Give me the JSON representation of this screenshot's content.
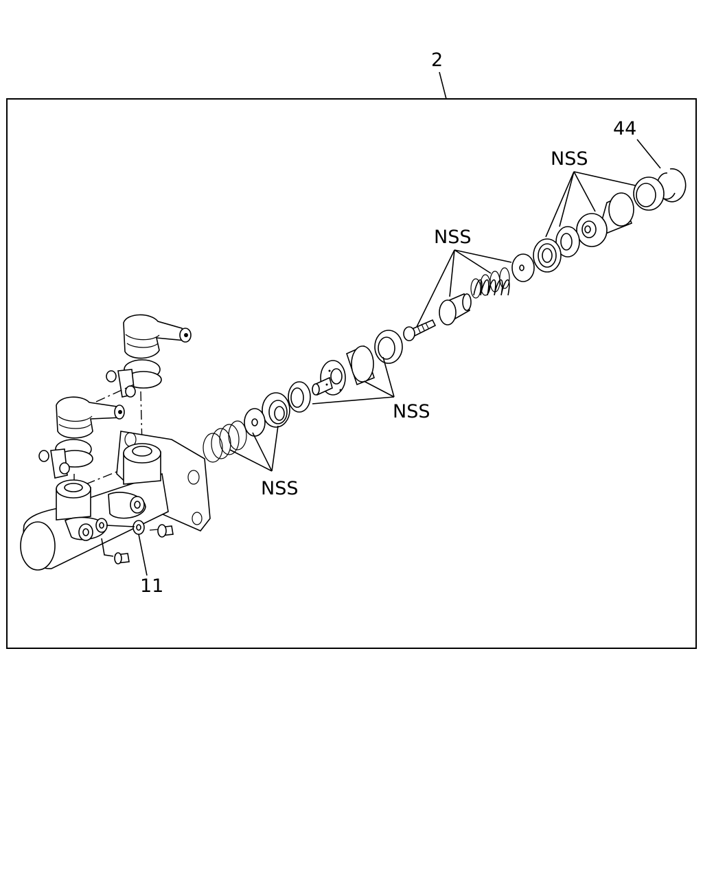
{
  "callouts": {
    "assembly": "2",
    "snap_ring": "44",
    "gasket": "11",
    "nss_top_right": "NSS",
    "nss_upper_mid": "NSS",
    "nss_mid": "NSS",
    "nss_lower_left": "NSS"
  }
}
